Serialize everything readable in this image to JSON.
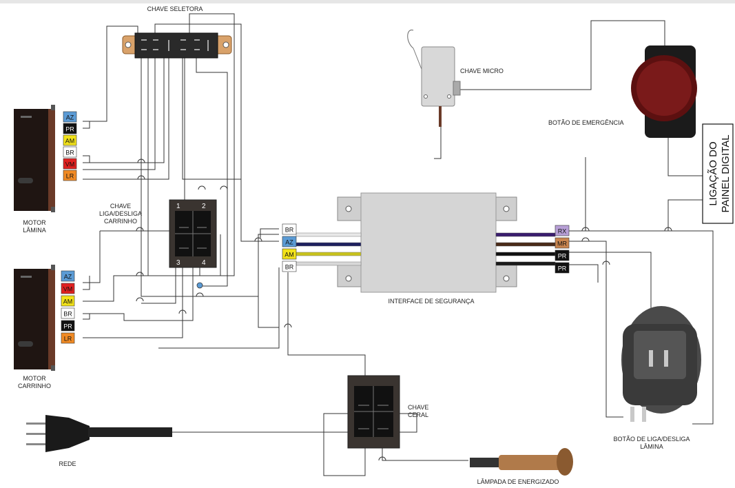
{
  "labels": {
    "chave_seletora": "CHAVE SELETORA",
    "chave_micro": "CHAVE MICRO",
    "botao_emergencia": "BOTÃO DE EMERGÊNCIA",
    "painel_line1": "LIGAÇÃO DO",
    "painel_line2": "PAINEL DIGITAL",
    "motor_lamina_1": "MOTOR",
    "motor_lamina_2": "LÂMINA",
    "motor_carrinho_1": "MOTOR",
    "motor_carrinho_2": "CARRINHO",
    "chave_liga_1": "CHAVE",
    "chave_liga_2": "LIGA/DESLIGA",
    "chave_liga_3": "CARRINHO",
    "interface": "INTERFACE DE SEGURANÇA",
    "chave_geral_1": "CHAVE",
    "chave_geral_2": "CERAL",
    "rede": "REDE",
    "lampada": "LÂMPADA DE ENERGIZADO",
    "botao_liga_1": "BOTÃO DE LIGA/DESLIGA",
    "botao_liga_2": "LÂMINA",
    "sw_1": "1",
    "sw_2": "2",
    "sw_3": "3",
    "sw_4": "4"
  },
  "motor_lamina_tags": [
    {
      "text": "AZ",
      "color": "#5b9bd5"
    },
    {
      "text": "PR",
      "color": "#111111"
    },
    {
      "text": "AM",
      "color": "#f2e21a"
    },
    {
      "text": "BR",
      "color": "#ffffff"
    },
    {
      "text": "VM",
      "color": "#e02020"
    },
    {
      "text": "LR",
      "color": "#f08a24"
    }
  ],
  "motor_carrinho_tags": [
    {
      "text": "AZ",
      "color": "#5b9bd5"
    },
    {
      "text": "VM",
      "color": "#e02020"
    },
    {
      "text": "AM",
      "color": "#f2e21a"
    },
    {
      "text": "BR",
      "color": "#ffffff"
    },
    {
      "text": "PR",
      "color": "#111111"
    },
    {
      "text": "LR",
      "color": "#f08a24"
    }
  ],
  "interface_left_tags": [
    {
      "text": "BR",
      "color": "#ffffff"
    },
    {
      "text": "AZ",
      "color": "#5b9bd5"
    },
    {
      "text": "AM",
      "color": "#f2e21a"
    },
    {
      "text": "BR",
      "color": "#ffffff"
    }
  ],
  "interface_right_tags": [
    {
      "text": "RX",
      "color": "#b79fd6"
    },
    {
      "text": "MR",
      "color": "#c9854f"
    },
    {
      "text": "PR",
      "color": "#111111"
    },
    {
      "text": "PR",
      "color": "#111111"
    }
  ],
  "cable_colors": {
    "left": [
      "#e8e8e8",
      "#1d1f5e",
      "#c8c21e",
      "#d8d8d8"
    ],
    "right": [
      "#3a1d6e",
      "#4a2a18",
      "#111111",
      "#1a1a1a"
    ]
  }
}
